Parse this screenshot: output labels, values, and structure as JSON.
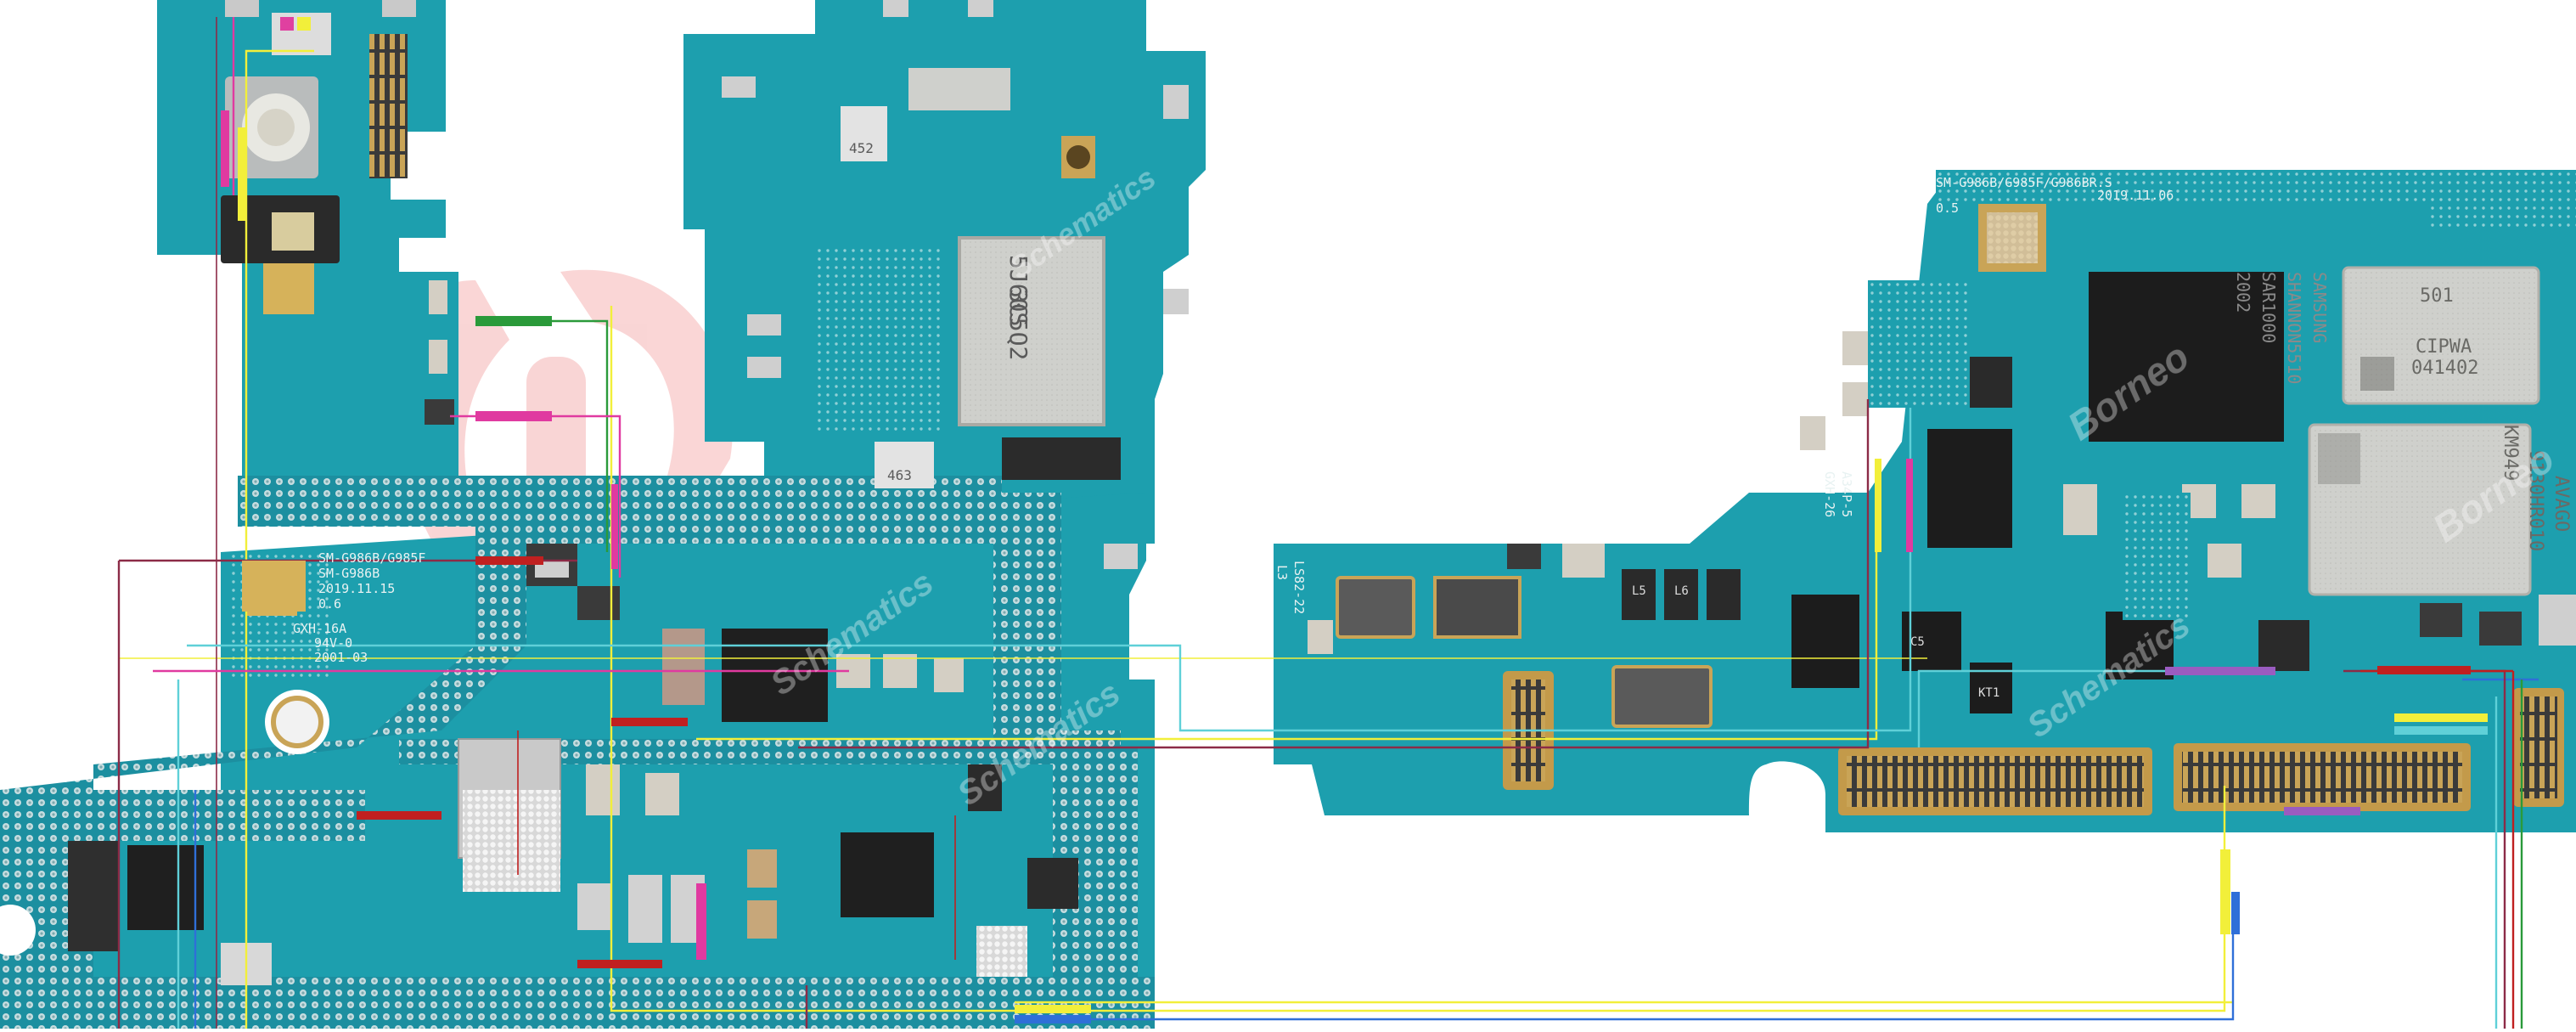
{
  "board_left": {
    "silkscreen": {
      "model": "SM-G986B/G985F",
      "model2": "SM-G986B",
      "date": "2019.11.15",
      "rev": "0.6",
      "pcb_code": "GXH-16A",
      "ul": "94V-0",
      "code": "2001-03"
    },
    "chips": {
      "pmic_small": "452",
      "shield_main_line1": "5J60S",
      "shield_main_line2": "3C5Q2",
      "small_shield": "463"
    }
  },
  "board_right": {
    "silkscreen": {
      "model": "SM-G986B/G985F/G986BR.S",
      "date": "2019.11.06",
      "rev": "0.5",
      "side_code": "GXH-26",
      "side_code2": "A34P-5",
      "layer": "L3",
      "layer2": "LS82-22"
    },
    "chips": {
      "modem_line1": "SAMSUNG",
      "modem_line2": "SHANNON5510",
      "modem_line3": "SAR1000",
      "modem_line4": "2002",
      "rf_top_line1": "501",
      "rf_top_line2": "CIPWA",
      "rf_top_line3": "041402",
      "rf_bottom_line1": "AVAGO",
      "rf_bottom_line2": "9130HR010",
      "rf_bottom_line3": "KM949",
      "passive_1": "L5",
      "passive_2": "L6",
      "passive_3": "C5",
      "passive_4": "KT1"
    }
  },
  "watermark": {
    "brand": "Borneo",
    "subtitle": "Schematics"
  },
  "colors": {
    "pcb": "#1d9fae",
    "pcb_dark": "#137a87",
    "via": "#c6dde0",
    "shield": "#cfd0cc",
    "connector": "#c39a4a",
    "wire_yellow": "#f2ef3a",
    "wire_blue": "#2f6fd8",
    "wire_maroon": "#8c2b47",
    "wire_cyan": "#5fd0d8",
    "wire_green": "#2a9a3a",
    "wire_magenta": "#e03aa0",
    "wire_red": "#c02020"
  }
}
